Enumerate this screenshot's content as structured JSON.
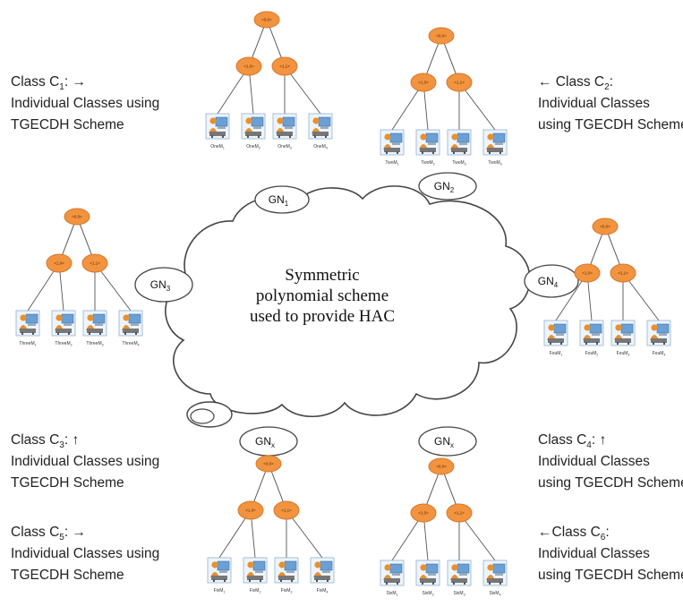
{
  "cloud": {
    "line1": "Symmetric",
    "line2": "polynomial scheme",
    "line3": "used to provide HAC"
  },
  "gns": [
    {
      "base": "GN",
      "sub": "1"
    },
    {
      "base": "GN",
      "sub": "2"
    },
    {
      "base": "GN",
      "sub": "3"
    },
    {
      "base": "GN",
      "sub": "4"
    },
    {
      "base": "GN",
      "sub": "x"
    },
    {
      "base": "GN",
      "sub": "x"
    }
  ],
  "classes": [
    {
      "title": "Class C",
      "sub": "1",
      "arrow": ": →",
      "line2": "Individual Classes using",
      "line3": "TGECDH Scheme"
    },
    {
      "title": "← Class C",
      "sub": "2",
      "arrow": ":",
      "line2": "Individual Classes",
      "line3": "using TGECDH Scheme"
    },
    {
      "title": "Class C",
      "sub": "3",
      "arrow": ": ↑",
      "line2": "Individual Classes using",
      "line3": "TGECDH Scheme"
    },
    {
      "title": "Class C",
      "sub": "4",
      "arrow": ": ↑",
      "line2": "Individual Classes",
      "line3": "using TGECDH Scheme"
    },
    {
      "title": "Class C",
      "sub": "5",
      "arrow": ": →",
      "line2": "Individual Classes using",
      "line3": "TGECDH Scheme"
    },
    {
      "title": "←Class C",
      "sub": "6",
      "arrow": ":",
      "line2": "Individual Classes",
      "line3": "using TGECDH Scheme"
    }
  ],
  "trees": [
    {
      "root": "<0,0>",
      "mid": [
        "<1,0>",
        "<1,1>"
      ],
      "leaves": [
        "OneM1",
        "OneM2",
        "OneM3",
        "OneM4"
      ]
    },
    {
      "root": "<0,0>",
      "mid": [
        "<1,0>",
        "<1,1>"
      ],
      "leaves": [
        "TwoM1",
        "TwoM2",
        "TwoM3",
        "TwoM4"
      ]
    },
    {
      "root": "<0,0>",
      "mid": [
        "<1,0>",
        "<1,1>"
      ],
      "leaves": [
        "ThreeM1",
        "ThreeM2",
        "ThreeM3",
        "ThreeM4"
      ]
    },
    {
      "root": "<0,0>",
      "mid": [
        "<1,0>",
        "<1,1>"
      ],
      "leaves": [
        "FouM1",
        "FouM2",
        "FouM3",
        "FouM4"
      ]
    },
    {
      "root": "<0,0>",
      "mid": [
        "<1,0>",
        "<1,1>"
      ],
      "leaves": [
        "FivM1",
        "FivM2",
        "FivM3",
        "FivM4"
      ]
    },
    {
      "root": "<0,0>",
      "mid": [
        "<1,0>",
        "<1,1>"
      ],
      "leaves": [
        "SixM1",
        "SixM2",
        "SixM3",
        "SixM4"
      ]
    }
  ],
  "colors": {
    "node": "#F2943F",
    "node_stroke": "#D8772A",
    "edge": "#555555",
    "cloud_stroke": "#444444"
  }
}
